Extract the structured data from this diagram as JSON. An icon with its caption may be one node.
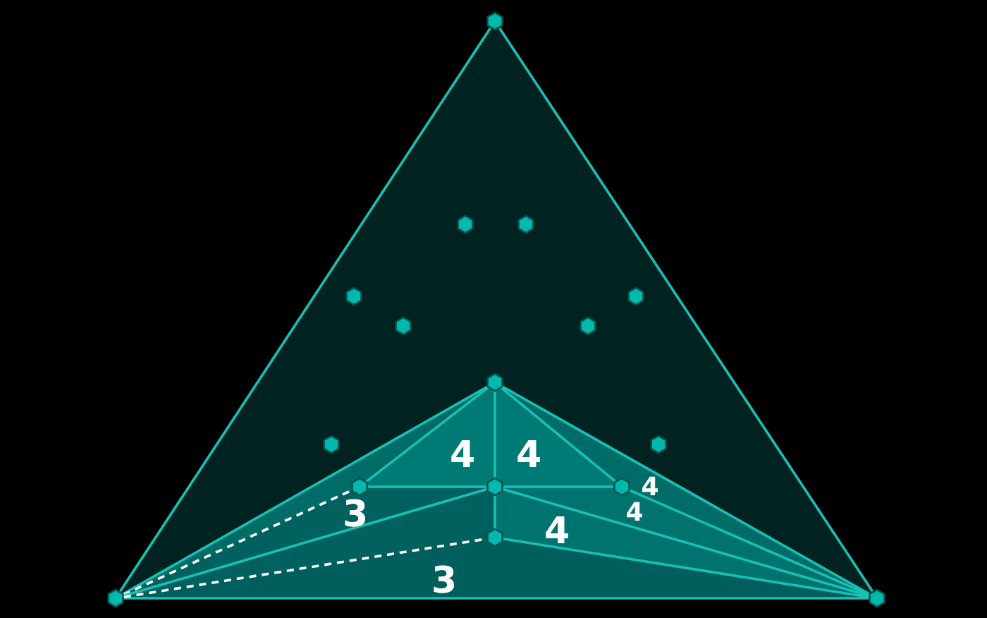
{
  "diagram": {
    "nodes": [
      {
        "text": [],
        "shape": "hexagon"
      },
      {
        "text": [],
        "shape": "hexagon"
      },
      {
        "text": [],
        "shape": "hexagon"
      },
      {
        "text": [],
        "shape": "hexagon"
      },
      {
        "text": [],
        "shape": "hexagon"
      },
      {
        "text": [],
        "shape": "hexagon"
      },
      {
        "text": [],
        "shape": "hexagon"
      },
      {
        "text": [],
        "shape": "hexagon"
      },
      {
        "text": [],
        "shape": "hexagon"
      },
      {
        "text": [],
        "shape": "hexagon"
      },
      {
        "text": [],
        "shape": "hexagon"
      },
      {
        "text": [],
        "shape": "hexagon"
      },
      {
        "text": [],
        "shape": "hexagon"
      },
      {
        "text": [],
        "shape": "hexagon"
      },
      {
        "text": [],
        "shape": "hexagon"
      },
      {
        "text": [],
        "shape": "hexagon"
      }
    ],
    "edges": [
      {
        "from": 0,
        "to": 14,
        "arrow": "none"
      },
      {
        "from": 0,
        "to": 15,
        "arrow": "none"
      },
      {
        "from": 14,
        "to": 15,
        "arrow": "none"
      },
      {
        "from": 7,
        "to": 14,
        "arrow": "none"
      },
      {
        "from": 7,
        "to": 15,
        "arrow": "none"
      },
      {
        "from": 7,
        "to": 10,
        "arrow": "none"
      },
      {
        "from": 7,
        "to": 11,
        "arrow": "none"
      },
      {
        "from": 7,
        "to": 12,
        "arrow": "none"
      },
      {
        "from": 10,
        "to": 11,
        "arrow": "none"
      },
      {
        "from": 11,
        "to": 12,
        "arrow": "none"
      },
      {
        "from": 11,
        "to": 13,
        "arrow": "none"
      },
      {
        "from": 14,
        "to": 10,
        "arrow": "none",
        "style": "dashed",
        "color": "#ffffff"
      },
      {
        "from": 14,
        "to": 11,
        "arrow": "none"
      },
      {
        "from": 14,
        "to": 13,
        "arrow": "none",
        "style": "dashed",
        "color": "#ffffff"
      },
      {
        "from": 13,
        "to": 15,
        "arrow": "none"
      },
      {
        "from": 11,
        "to": 15,
        "arrow": "none"
      },
      {
        "from": 12,
        "to": 15,
        "arrow": "none"
      }
    ],
    "labels": [
      "4",
      "4",
      "4",
      "3",
      "4",
      "4",
      "3"
    ]
  }
}
